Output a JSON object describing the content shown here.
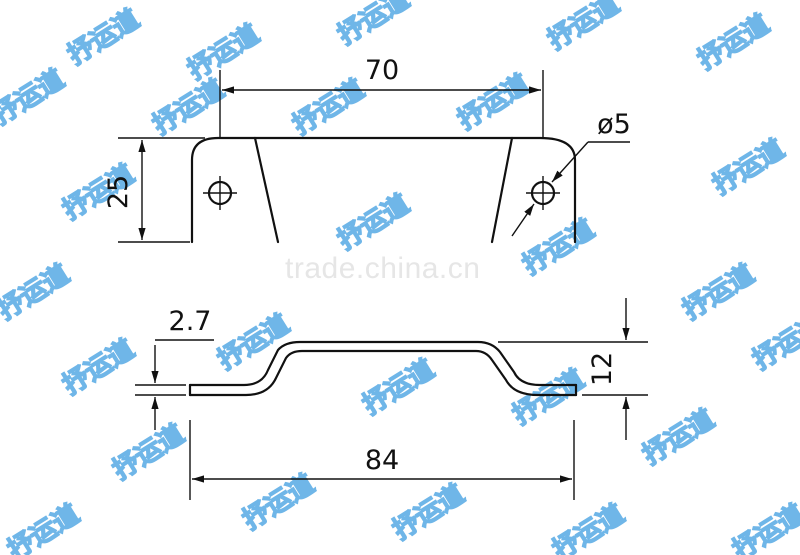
{
  "drawing": {
    "top_view": {
      "width_label": "70",
      "height_label": "25",
      "hole_label": "ø5"
    },
    "side_view": {
      "thickness_label": "2.7",
      "height_label": "12",
      "length_label": "84"
    }
  },
  "watermarks": {
    "stamp_text": "抒运道",
    "site_text": "trade.china.cn"
  },
  "colors": {
    "line": "#111111",
    "watermark_fill": "#d9ecf8",
    "watermark_stroke": "#6fb6e8",
    "site_watermark": "#e6e6e6"
  }
}
